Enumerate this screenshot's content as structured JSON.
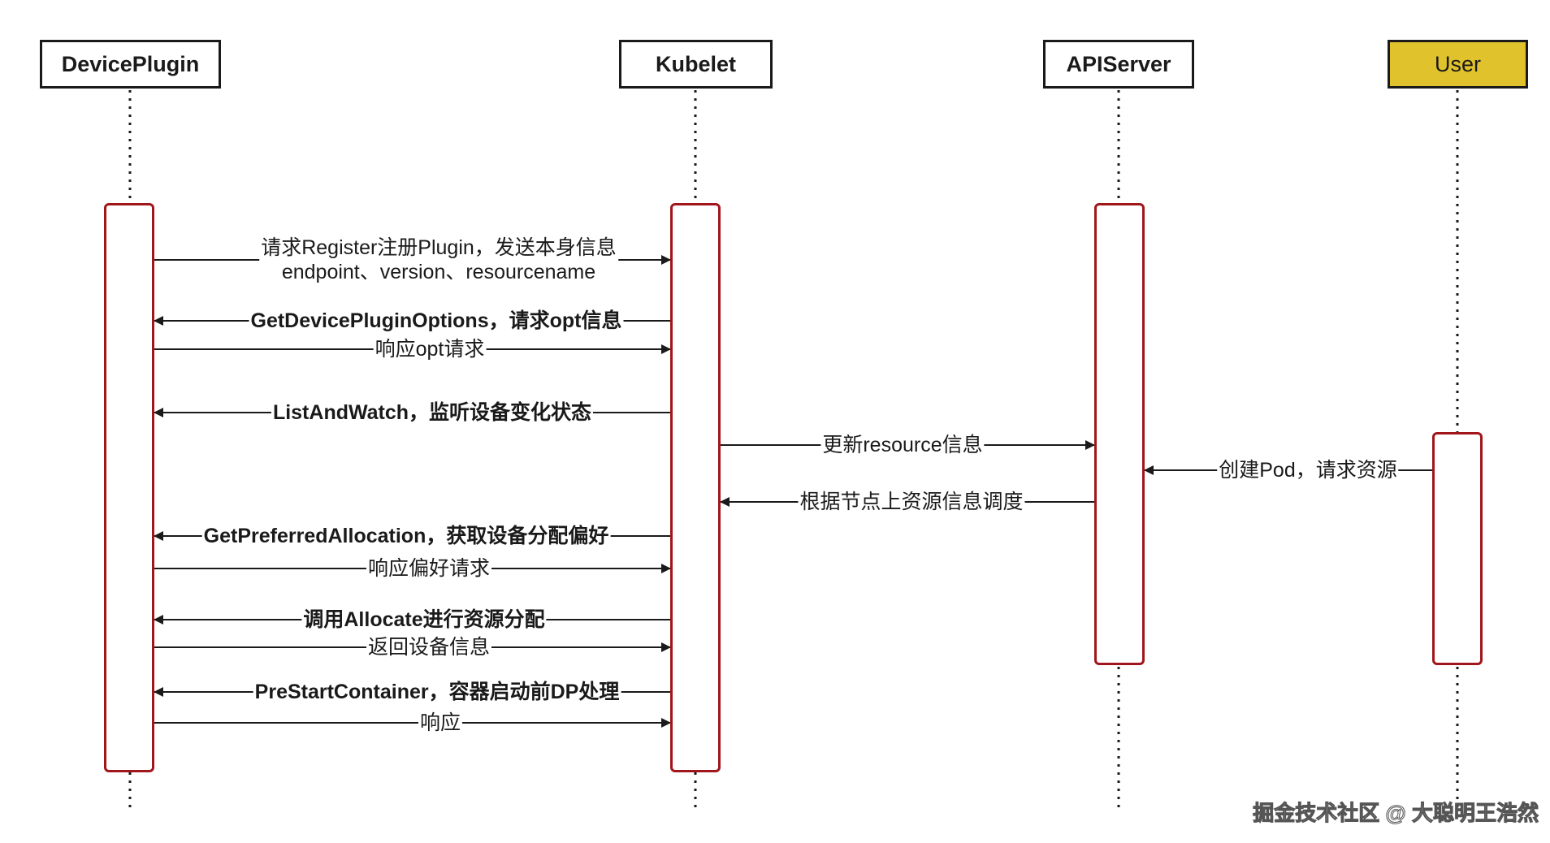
{
  "colors": {
    "line": "#1a1a1a",
    "activation_border": "#a0161b",
    "user_fill": "#e0c22c"
  },
  "actors": [
    {
      "id": "deviceplugin",
      "label": "DevicePlugin"
    },
    {
      "id": "kubelet",
      "label": "Kubelet"
    },
    {
      "id": "apiserver",
      "label": "APIServer"
    },
    {
      "id": "user",
      "label": "User"
    }
  ],
  "messages": [
    {
      "id": "register",
      "from": "deviceplugin",
      "to": "kubelet",
      "bold": false,
      "label": "请求Register注册Plugin，发送本身信息\nendpoint、version、resourcename"
    },
    {
      "id": "options",
      "from": "kubelet",
      "to": "deviceplugin",
      "bold": true,
      "label": "GetDevicePluginOptions，请求opt信息"
    },
    {
      "id": "options_resp",
      "from": "deviceplugin",
      "to": "kubelet",
      "bold": false,
      "label": "响应opt请求"
    },
    {
      "id": "listwatch",
      "from": "kubelet",
      "to": "deviceplugin",
      "bold": true,
      "label": "ListAndWatch，监听设备变化状态"
    },
    {
      "id": "update_resource",
      "from": "kubelet",
      "to": "apiserver",
      "bold": false,
      "label": "更新resource信息"
    },
    {
      "id": "create_pod",
      "from": "user",
      "to": "apiserver",
      "bold": false,
      "label": "创建Pod，请求资源"
    },
    {
      "id": "schedule",
      "from": "apiserver",
      "to": "kubelet",
      "bold": false,
      "label": "根据节点上资源信息调度"
    },
    {
      "id": "preferred",
      "from": "kubelet",
      "to": "deviceplugin",
      "bold": true,
      "label": "GetPreferredAllocation，获取设备分配偏好"
    },
    {
      "id": "preferred_resp",
      "from": "deviceplugin",
      "to": "kubelet",
      "bold": false,
      "label": "响应偏好请求"
    },
    {
      "id": "allocate",
      "from": "kubelet",
      "to": "deviceplugin",
      "bold": true,
      "label": "调用Allocate进行资源分配"
    },
    {
      "id": "allocate_resp",
      "from": "deviceplugin",
      "to": "kubelet",
      "bold": false,
      "label": "返回设备信息"
    },
    {
      "id": "prestart",
      "from": "kubelet",
      "to": "deviceplugin",
      "bold": true,
      "label": "PreStartContainer，容器启动前DP处理"
    },
    {
      "id": "prestart_resp",
      "from": "deviceplugin",
      "to": "kubelet",
      "bold": false,
      "label": "响应"
    }
  ],
  "watermark": "掘金技术社区 @ 大聪明王浩然"
}
